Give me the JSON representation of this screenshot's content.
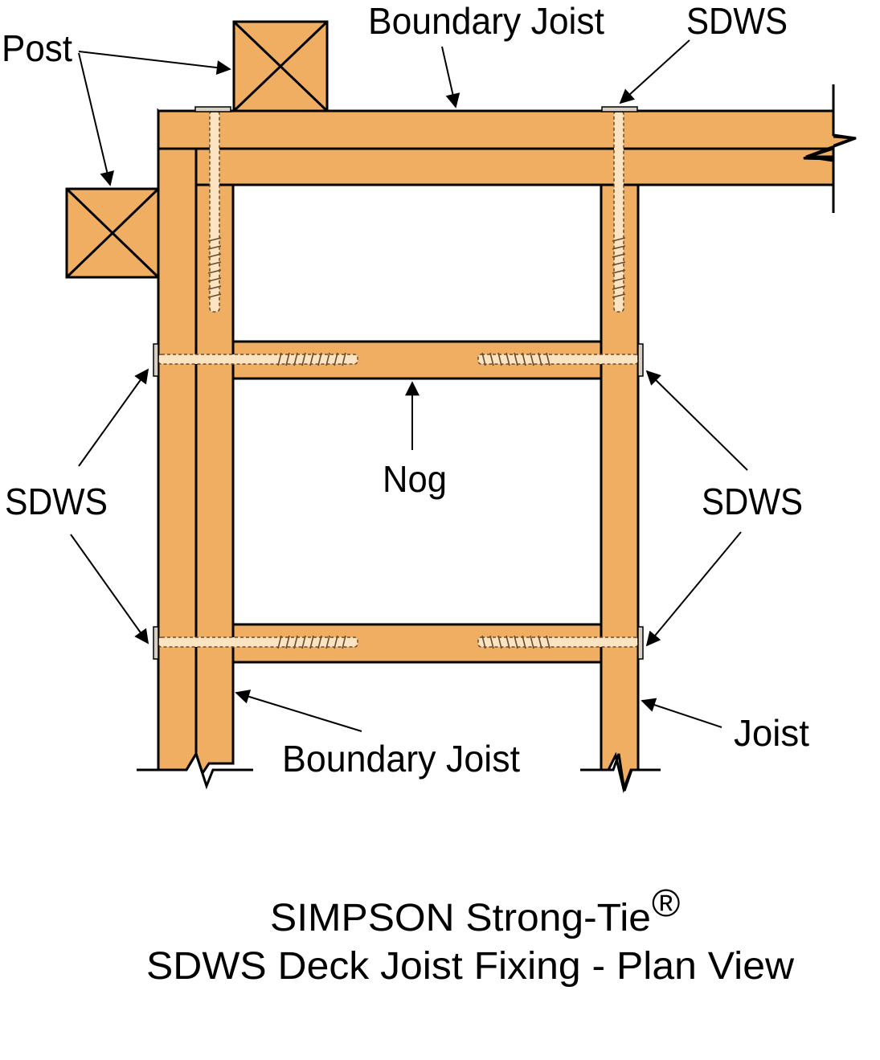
{
  "labels": {
    "post": "Post",
    "boundary_joist_top": "Boundary Joist",
    "sdws_top": "SDWS",
    "sdws_left": "SDWS",
    "sdws_right": "SDWS",
    "nog": "Nog",
    "boundary_joist_bottom": "Boundary Joist",
    "joist": "Joist"
  },
  "caption": {
    "brand": "SIMPSON Strong-Tie",
    "registered": "®",
    "subtitle": "SDWS Deck Joist Fixing - Plan View"
  },
  "colors": {
    "timber": "#EFAE62",
    "screw": "#FCE3C2",
    "outline": "#000000"
  }
}
